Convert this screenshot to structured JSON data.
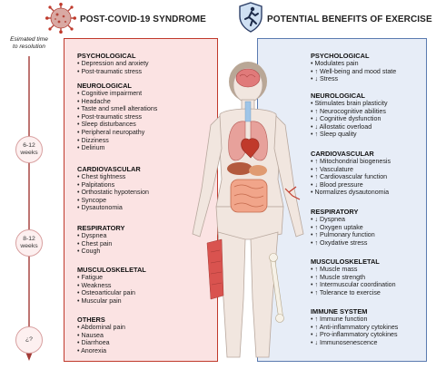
{
  "left_header": {
    "title": "POST-COVID-19 SYNDROME"
  },
  "right_header": {
    "title": "POTENTIAL BENEFITS OF EXERCISE"
  },
  "timeline": {
    "label_line1": "Esimated time",
    "label_line2": "to resolution",
    "markers": [
      {
        "line1": "6-12",
        "line2": "weeks"
      },
      {
        "line1": "8-12",
        "line2": "weeks"
      },
      {
        "line1": "¿?",
        "line2": ""
      }
    ]
  },
  "left_sections": [
    {
      "title": "PSYCHOLOGICAL",
      "items": [
        "• Depression and anxiety",
        "• Post-traumatic stress"
      ]
    },
    {
      "title": "NEUROLOGICAL",
      "items": [
        "• Cognitive impairment",
        "• Headache",
        "• Taste and smell alterations",
        "• Post-traumatic stress",
        "• Sleep disturbances",
        "• Peripheral neuropathy",
        "• Dizziness",
        "• Delirium"
      ]
    },
    {
      "title": "CARDIOVASCULAR",
      "items": [
        "• Chest tightness",
        "• Palpitations",
        "• Orthostatic hypotension",
        "• Syncope",
        "• Dysautonomia"
      ]
    },
    {
      "title": "RESPIRATORY",
      "items": [
        "• Dyspnea",
        "• Chest pain",
        "• Cough"
      ]
    },
    {
      "title": "MUSCULOSKELETAL",
      "items": [
        "• Fatigue",
        "• Weakness",
        "• Osteoarticular pain",
        "• Muscular pain"
      ]
    },
    {
      "title": "OTHERS",
      "items": [
        "• Abdominal pain",
        "• Nausea",
        "• Diarrhoea",
        "• Anorexia"
      ]
    }
  ],
  "right_sections": [
    {
      "title": "PSYCHOLOGICAL",
      "items": [
        "• Modulates pain",
        "• ↑ Well-being and mood state",
        "• ↓ Stress"
      ]
    },
    {
      "title": "NEUROLOGICAL",
      "items": [
        "• Stimulates brain plasticity",
        "• ↑ Neurocognitive abilities",
        "• ↓ Cognitive dysfunction",
        "• ↓ Allostatic overload",
        "• ↑ Sleep quality"
      ]
    },
    {
      "title": "CARDIOVASCULAR",
      "items": [
        "• ↑ Mitochondrial biogenesis",
        "• ↑ Vasculature",
        "• ↑ Cardiovascular function",
        "• ↓ Blood pressure",
        "• Normalizes dysautonomia"
      ]
    },
    {
      "title": "RESPIRATORY",
      "items": [
        "• ↓ Dyspnea",
        "• ↑ Oxygen uptake",
        "• ↑ Pulmonary function",
        "• ↑ Oxydative stress"
      ]
    },
    {
      "title": "MUSCULOSKELETAL",
      "items": [
        "• ↑ Muscle mass",
        "• ↑ Muscle strength",
        "• ↑ Intermuscular coordination",
        "• ↑ Tolerance to exercise"
      ]
    },
    {
      "title": "IMMUNE SYSTEM",
      "items": [
        "• ↑ Immune function",
        "• ↑ Anti-inflammatory cytokines",
        "• ↓ Pro-inflammatory cytokines",
        "• ↓ Immunosenescence"
      ]
    }
  ],
  "colors": {
    "left_accent": "#c0392b",
    "left_fill": "#fbe3e3",
    "right_accent": "#5b7bb0",
    "right_fill": "#e7edf7"
  },
  "icons": [
    "virus-icon",
    "shield-runner-icon",
    "human-body-icon"
  ]
}
